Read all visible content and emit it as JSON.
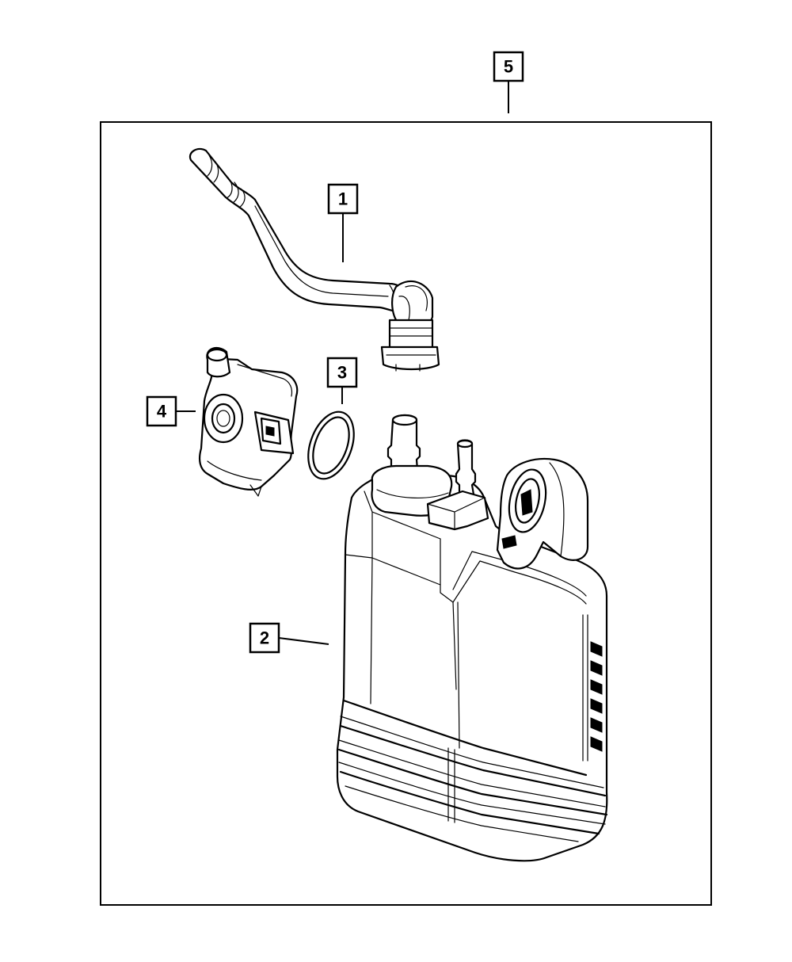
{
  "diagram": {
    "callouts": [
      {
        "id": "callout-5",
        "label": "5",
        "part": "canister-assembly-kit"
      },
      {
        "id": "callout-1",
        "label": "1",
        "part": "vapor-hose"
      },
      {
        "id": "callout-3",
        "label": "3",
        "part": "o-ring-seal"
      },
      {
        "id": "callout-4",
        "label": "4",
        "part": "purge-valve"
      },
      {
        "id": "callout-2",
        "label": "2",
        "part": "vapor-canister"
      }
    ]
  }
}
